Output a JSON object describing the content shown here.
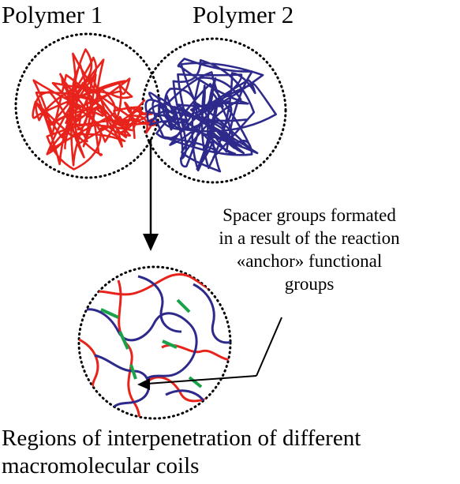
{
  "labels": {
    "polymer1": "Polymer 1",
    "polymer2": "Polymer 2"
  },
  "annotation": {
    "lines": [
      "Spacer groups formated",
      "in a result of the reaction",
      "«anchor» functional",
      "groups"
    ]
  },
  "caption": {
    "lines": [
      "Regions of interpenetration of different",
      "macromolecular coils"
    ]
  },
  "colors": {
    "polymer1": "#e8231c",
    "polymer2": "#2e2a8c",
    "spacer": "#1aa24a",
    "outline": "#000000"
  }
}
